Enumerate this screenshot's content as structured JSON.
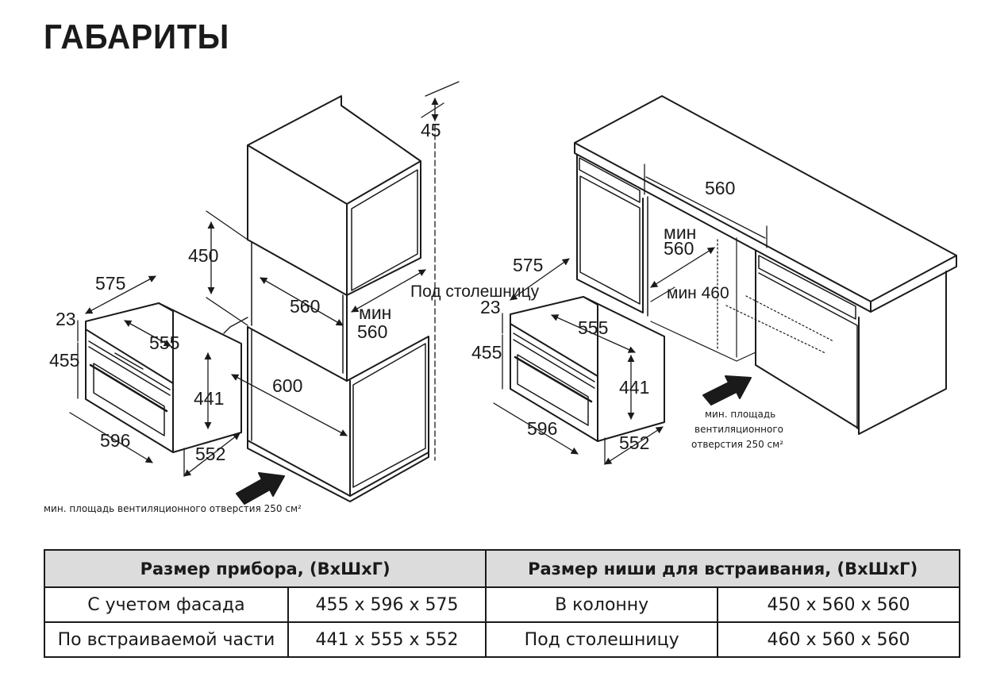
{
  "title": "ГАБАРИТЫ",
  "left_diagram": {
    "dims": {
      "depth_front": "575",
      "front_thickness": "23",
      "height_total": "455",
      "inner_width": "555",
      "inner_height": "441",
      "width_total": "596",
      "inner_depth": "552",
      "niche_height": "450",
      "niche_width": "560",
      "niche_depth_min_label": "мин",
      "niche_depth_min": "560",
      "cabinet_width": "600",
      "gap": "45"
    },
    "label": "Под столешницу",
    "vent_note": "мин. площадь вентиляционного отверстия 250 см²"
  },
  "right_diagram": {
    "dims": {
      "depth_front": "575",
      "front_thickness": "23",
      "height_total": "455",
      "inner_width": "555",
      "inner_height": "441",
      "width_total": "596",
      "inner_depth": "552",
      "niche_width": "560",
      "niche_depth_min_label": "мин",
      "niche_depth_min": "560",
      "niche_height_min": "мин 460"
    },
    "vent_note_lines": [
      "мин. площадь",
      "вентиляционного",
      "отверстия 250 см²"
    ]
  },
  "table": {
    "headers": [
      "Размер прибора, (ВхШхГ)",
      "Размер ниши для встраивания, (ВхШхГ)"
    ],
    "rows": [
      [
        "С учетом фасада",
        "455 x 596 x 575",
        "В колонну",
        "450 x 560 x 560"
      ],
      [
        "По встраиваемой части",
        "441 x 555 x 552",
        "Под столешницу",
        "460 x 560 x 560"
      ]
    ]
  },
  "colors": {
    "line": "#1a1a1a",
    "header_bg": "#dcdcdc"
  }
}
